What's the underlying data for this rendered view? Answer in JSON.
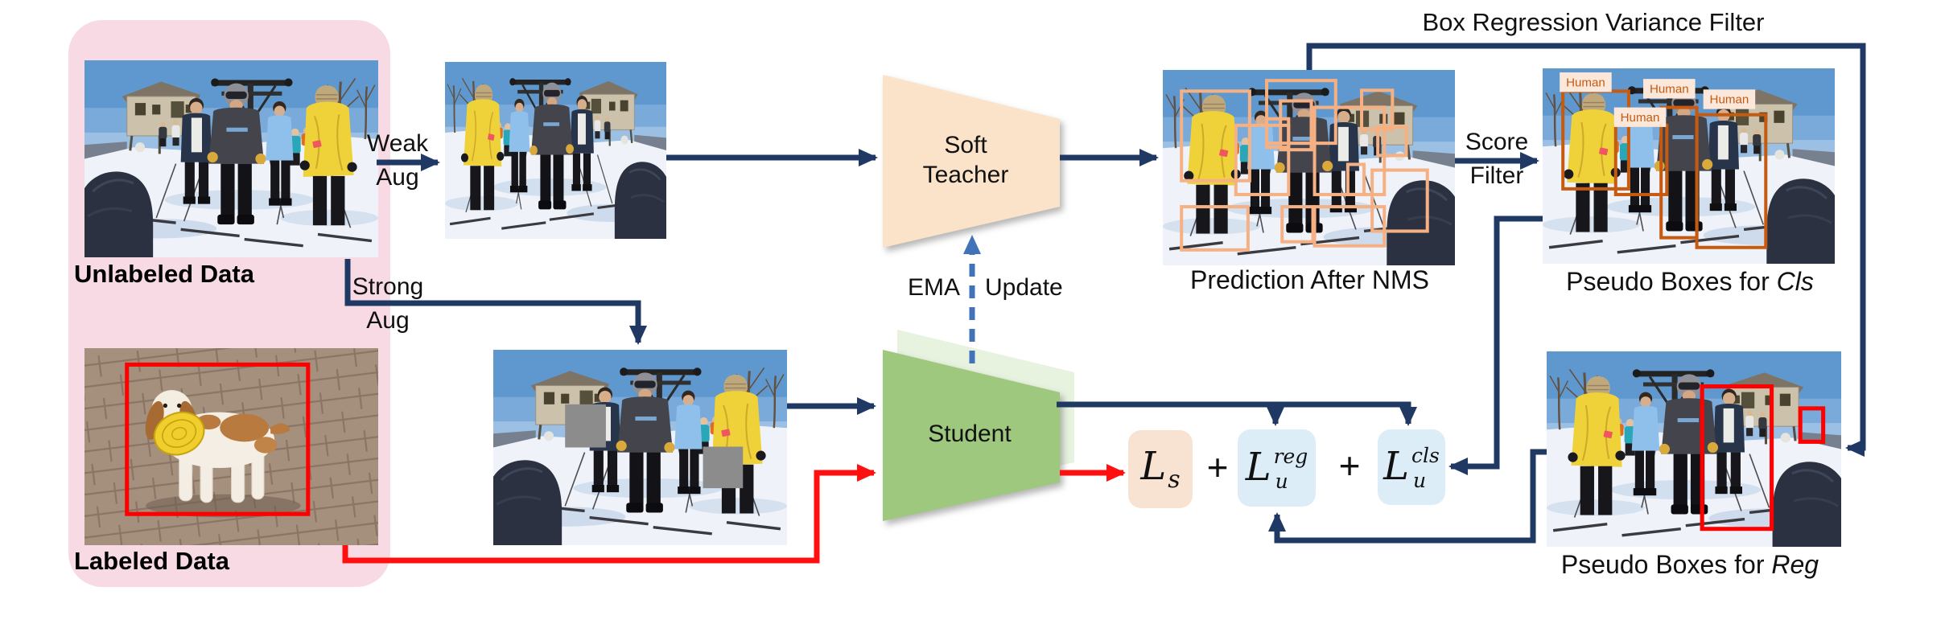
{
  "colors": {
    "arrow_navy": "#1F3864",
    "arrow_red": "#FF0F0F",
    "ema_blue": "#4272B8",
    "panel_pink": "#F8DAE4",
    "teacher_fill": "#FBE3C9",
    "student_fill": "#9FC87F",
    "student_ghost": "#E7F2DF",
    "loss_supervised_fill": "#F8E3D3",
    "loss_unsupervised_fill": "#DCEDF8",
    "nms_box": "#F5B183",
    "cls_box": "#C55A11",
    "cls_label_bg": "#FCE8DA",
    "reg_box": "#FF0000",
    "gt_box": "#FF0000"
  },
  "panel": {
    "unlabeled": "Unlabeled Data",
    "labeled": "Labeled Data"
  },
  "aug": {
    "weak1": "Weak",
    "weak2": "Aug",
    "strong1": "Strong",
    "strong2": "Aug"
  },
  "teacher": {
    "line1": "Soft",
    "line2": "Teacher"
  },
  "student": {
    "label": "Student"
  },
  "ema": {
    "left": "EMA",
    "right": "Update"
  },
  "captions": {
    "variance_filter": "Box Regression Variance Filter",
    "nms": "Prediction After NMS",
    "pseudo_prefix": "Pseudo Boxes for ",
    "cls_word": "Cls",
    "reg_word": "Reg",
    "score1": "Score",
    "score2": "Filter"
  },
  "loss": {
    "L": "L",
    "s": "s",
    "u": "u",
    "reg": "reg",
    "cls": "cls",
    "plus": "+"
  },
  "cls_image": {
    "labels": [
      "Human",
      "Human",
      "Human",
      "Human"
    ]
  }
}
